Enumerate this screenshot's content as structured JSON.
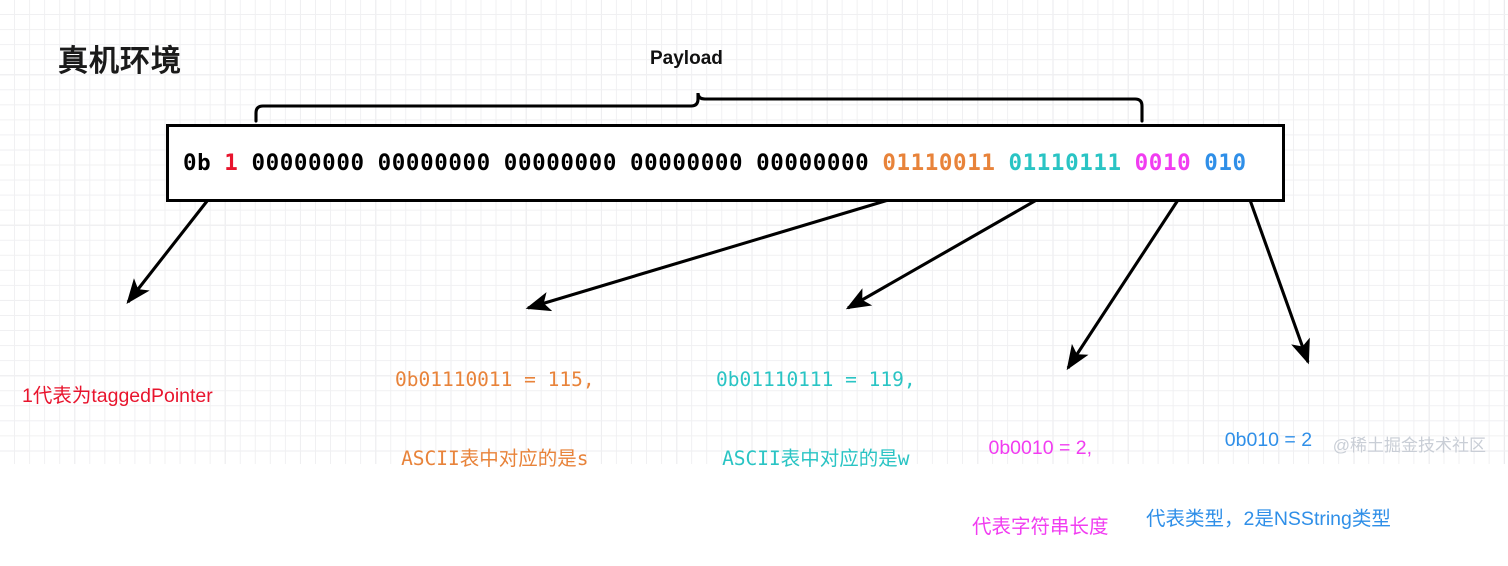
{
  "title": "真机环境",
  "payload": {
    "label": "Payload"
  },
  "binary": {
    "prefix": "0b",
    "tagged_bit": "1",
    "zero_bytes": [
      "00000000",
      "00000000",
      "00000000",
      "00000000",
      "00000000"
    ],
    "char1_bits": "01110011",
    "char2_bits": "01110111",
    "length_bits": "0010",
    "type_bits": "010"
  },
  "colors": {
    "black": "#000000",
    "red": "#e8142d",
    "orange": "#e8833a",
    "cyan": "#2ac4c4",
    "magenta": "#f13cf1",
    "blue": "#2f8fe8",
    "grid_minor": "#f0f0f2",
    "grid_major": "#e2e2e6",
    "watermark": "#c9ced6"
  },
  "annotations": {
    "tagged": {
      "line1": "1代表为taggedPointer"
    },
    "char_s": {
      "line1": "0b01110011 = 115,",
      "line2": "ASCII表中对应的是s"
    },
    "char_w": {
      "line1": "0b01110111 = 119,",
      "line2": "ASCII表中对应的是w"
    },
    "length": {
      "line1": "0b0010 = 2,",
      "line2": "代表字符串长度"
    },
    "type": {
      "line1": "0b010 = 2",
      "line2": "代表类型，2是NSString类型"
    }
  },
  "watermark": "@稀土掘金技术社区"
}
